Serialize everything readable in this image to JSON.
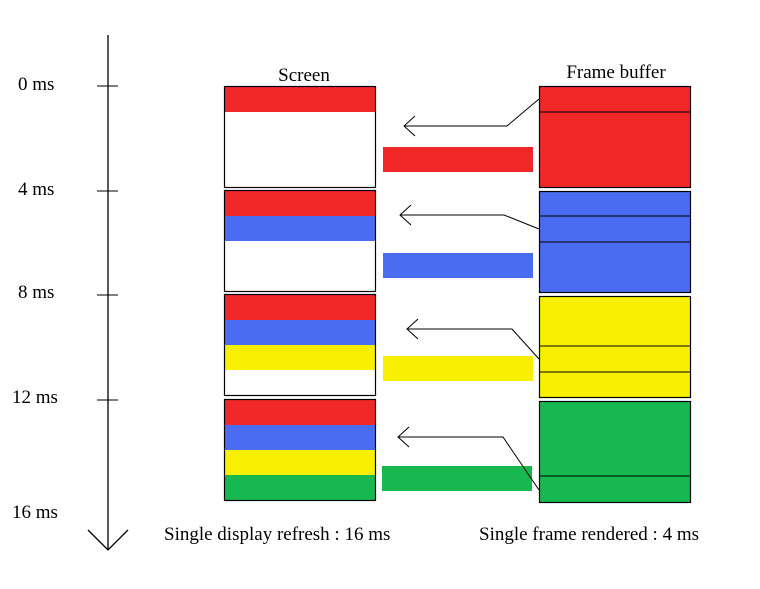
{
  "titles": {
    "screen": "Screen",
    "frame_buffer": "Frame buffer"
  },
  "time_axis": {
    "labels": [
      "0 ms",
      "4 ms",
      "8 ms",
      "12 ms",
      "16 ms"
    ]
  },
  "captions": {
    "display": "Single display refresh : 16 ms",
    "frame": "Single frame rendered : 4 ms"
  },
  "colors": {
    "red": "#f02828",
    "blue": "#4a6cf0",
    "yellow": "#f8f000",
    "green": "#18b850"
  },
  "steps": [
    {
      "frame_color": "red",
      "screen_bands": [
        "red"
      ],
      "buffer_lines": 1
    },
    {
      "frame_color": "blue",
      "screen_bands": [
        "red",
        "blue"
      ],
      "buffer_lines": 2
    },
    {
      "frame_color": "yellow",
      "screen_bands": [
        "red",
        "blue",
        "yellow"
      ],
      "buffer_lines": 2
    },
    {
      "frame_color": "green",
      "screen_bands": [
        "red",
        "blue",
        "yellow",
        "green"
      ],
      "buffer_lines": 1
    }
  ]
}
